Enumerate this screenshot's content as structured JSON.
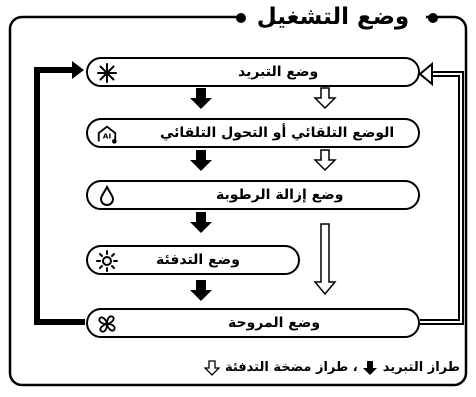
{
  "title": "وضع التشغيل",
  "modes": [
    {
      "label": "وضع التبريد",
      "icon": "snowflake-icon"
    },
    {
      "label": "الوضع التلقائي أو التحول التلقائي",
      "icon": "auto-ai-icon"
    },
    {
      "label": "وضع إزالة الرطوبة",
      "icon": "water-drop-icon"
    },
    {
      "label": "وضع التدفئة",
      "icon": "sun-icon"
    },
    {
      "label": "وضع المروحة",
      "icon": "fan-icon"
    }
  ],
  "legend": {
    "prefix": "طراز التبريد",
    "separator": "، طراز مضخة التدفئة"
  },
  "colors": {
    "line": "#000000",
    "background": "#ffffff"
  }
}
